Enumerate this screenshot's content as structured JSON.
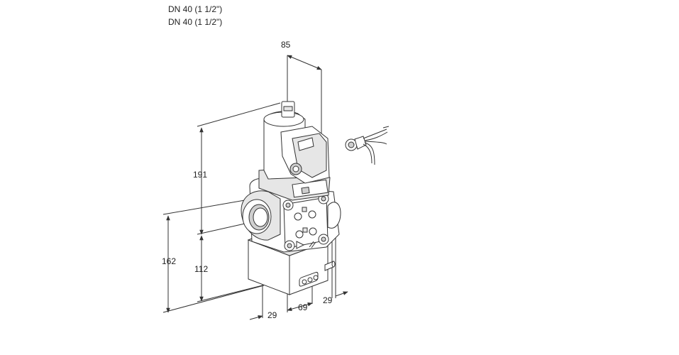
{
  "header": {
    "line1": "DN 40 (1 1/2\")",
    "line2": "DN 40 (1 1/2\")"
  },
  "dimensions": {
    "top_width": "85",
    "upper_height": "191",
    "total_height": "162",
    "lower_height": "112",
    "bottom_left": "29",
    "bottom_mid": "69",
    "bottom_right": "29"
  },
  "colors": {
    "line": "#333333",
    "body_fill": "#ffffff",
    "shade": "#e6e6e6"
  }
}
